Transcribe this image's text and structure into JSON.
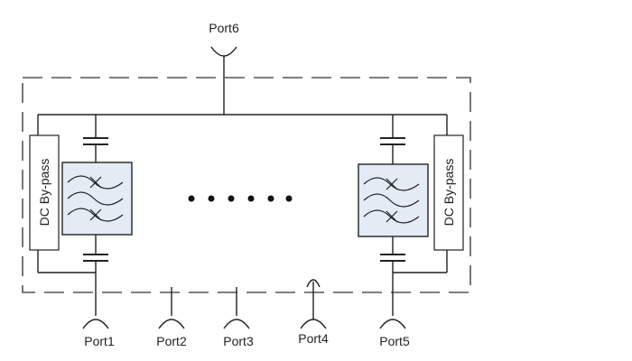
{
  "ports": {
    "port1": "Port1",
    "port2": "Port2",
    "port3": "Port3",
    "port4": "Port4",
    "port5": "Port5",
    "port6": "Port6"
  },
  "bypass": {
    "left": "DC By-pass",
    "right": "DC By-pass"
  },
  "colors": {
    "filter_fill": "#e3ebf5",
    "line": "#222222"
  }
}
